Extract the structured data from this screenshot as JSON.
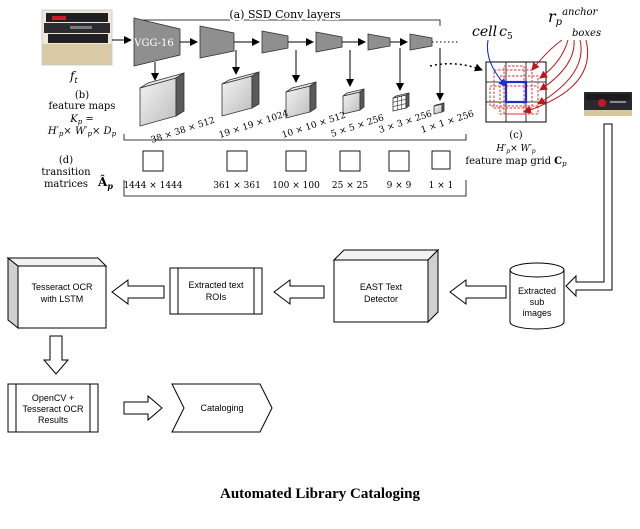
{
  "caption": "Automated Library Cataloging",
  "ssd": {
    "frame_label": "f",
    "frame_sub": "t",
    "conv_title": "(a) SSD Conv layers",
    "vgg_label": "VGG-16",
    "feature_label": [
      "(b)",
      "feature maps"
    ],
    "feature_eq": [
      "K",
      "p",
      "=",
      "H′",
      "p",
      "× W′",
      "p",
      "× D",
      "p"
    ],
    "transition_label": [
      "(d)",
      "transition",
      "matrices"
    ],
    "transition_symbol": "Â",
    "transition_sub": "p",
    "feature_maps": [
      "38 × 38 × 512",
      "19 × 19 × 1024",
      "10 × 10 × 512",
      "5 × 5 × 256",
      "3 × 3 × 256",
      "1 × 1 × 256"
    ],
    "matrices": [
      "1444 × 1444",
      "361 × 361",
      "100 × 100",
      "25 × 25",
      "9 × 9",
      "1 × 1"
    ],
    "cell_label": "cell",
    "cell_sub": "c",
    "cell_num": "5",
    "anchor_r": "r",
    "anchor_p": "p",
    "anchor_sup": "anchor",
    "anchor_sub": "boxes",
    "grid_caption": "(c)",
    "grid_dims": [
      "H′",
      "p",
      "× W′",
      "p"
    ],
    "grid_label": "feature map grid",
    "grid_symbol": "C",
    "grid_sub": "p"
  },
  "pipeline": {
    "subimages": [
      "Extracted",
      "sub",
      "images"
    ],
    "east": [
      "EAST Text",
      "Detector"
    ],
    "rois": [
      "Extracted text",
      "ROIs"
    ],
    "tesseract": [
      "Tesseract OCR",
      "with LSTM"
    ],
    "results": [
      "OpenCV +",
      "Tesseract OCR",
      "Results"
    ],
    "cataloging": "Cataloging"
  }
}
